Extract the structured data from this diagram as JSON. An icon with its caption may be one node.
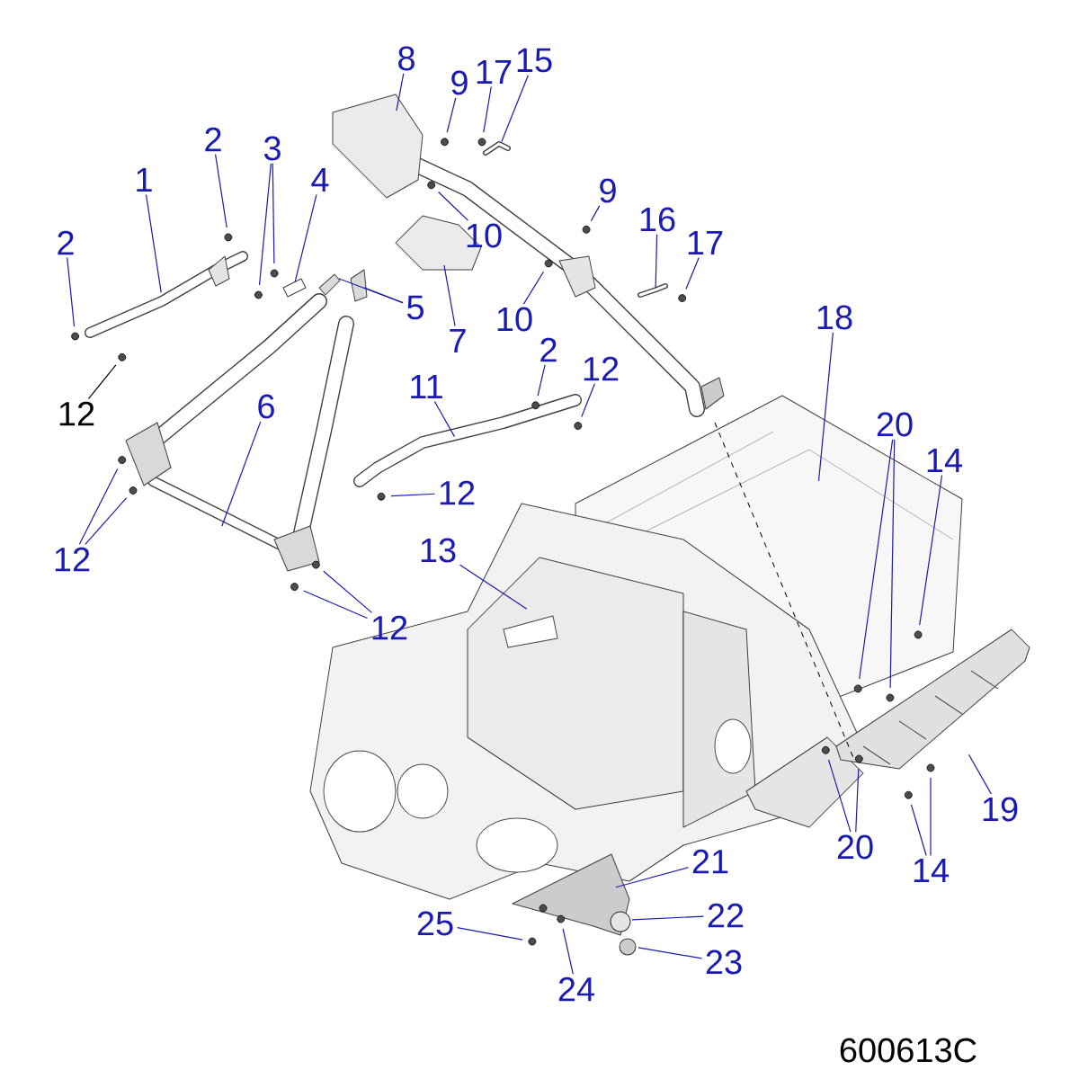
{
  "diagram": {
    "nodes": [
      {
        "text": [
          "1"
        ]
      },
      {
        "text": [
          "2"
        ]
      },
      {
        "text": [
          "2"
        ]
      },
      {
        "text": [
          "3"
        ]
      },
      {
        "text": [
          "4"
        ]
      },
      {
        "text": [
          "5"
        ]
      },
      {
        "text": [
          "6"
        ]
      },
      {
        "text": [
          "7"
        ]
      },
      {
        "text": [
          "8"
        ]
      },
      {
        "text": [
          "9"
        ]
      },
      {
        "text": [
          "10"
        ]
      },
      {
        "text": [
          "17"
        ]
      },
      {
        "text": [
          "15"
        ]
      },
      {
        "text": [
          "9"
        ]
      },
      {
        "text": [
          "16"
        ]
      },
      {
        "text": [
          "17"
        ]
      },
      {
        "text": [
          "10"
        ]
      },
      {
        "text": [
          "18"
        ]
      },
      {
        "text": [
          "2"
        ]
      },
      {
        "text": [
          "12"
        ]
      },
      {
        "text": [
          "11"
        ]
      },
      {
        "text": [
          "12"
        ]
      },
      {
        "text": [
          "12"
        ]
      },
      {
        "text": [
          "12"
        ]
      },
      {
        "text": [
          "12"
        ]
      },
      {
        "text": [
          "13"
        ]
      },
      {
        "text": [
          "20"
        ]
      },
      {
        "text": [
          "14"
        ]
      },
      {
        "text": [
          "19"
        ]
      },
      {
        "text": [
          "20"
        ]
      },
      {
        "text": [
          "14"
        ]
      },
      {
        "text": [
          "21"
        ]
      },
      {
        "text": [
          "22"
        ]
      },
      {
        "text": [
          "23"
        ]
      },
      {
        "text": [
          "25"
        ]
      },
      {
        "text": [
          "24"
        ]
      }
    ],
    "edges": [
      {
        "from": 0,
        "to": null,
        "arrow": "none"
      },
      {
        "from": 1,
        "to": null,
        "arrow": "none"
      },
      {
        "from": 2,
        "to": null,
        "arrow": "none"
      },
      {
        "from": 3,
        "to": null,
        "arrow": "none"
      },
      {
        "from": 3,
        "to": null,
        "arrow": "none"
      },
      {
        "from": 4,
        "to": null,
        "arrow": "none"
      },
      {
        "from": 5,
        "to": null,
        "arrow": "none"
      },
      {
        "from": 5,
        "to": null,
        "arrow": "none"
      },
      {
        "from": 6,
        "to": null,
        "arrow": "none"
      },
      {
        "from": 7,
        "to": null,
        "arrow": "none"
      },
      {
        "from": 8,
        "to": null,
        "arrow": "none"
      },
      {
        "from": 9,
        "to": null,
        "arrow": "none"
      },
      {
        "from": 10,
        "to": null,
        "arrow": "none"
      },
      {
        "from": 11,
        "to": null,
        "arrow": "none"
      },
      {
        "from": 12,
        "to": null,
        "arrow": "none"
      },
      {
        "from": 13,
        "to": null,
        "arrow": "none"
      },
      {
        "from": 14,
        "to": null,
        "arrow": "none"
      },
      {
        "from": 15,
        "to": null,
        "arrow": "none"
      },
      {
        "from": 16,
        "to": null,
        "arrow": "none"
      },
      {
        "from": 17,
        "to": null,
        "arrow": "none"
      },
      {
        "from": 18,
        "to": null,
        "arrow": "none"
      },
      {
        "from": 19,
        "to": null,
        "arrow": "none"
      },
      {
        "from": 20,
        "to": null,
        "arrow": "none"
      },
      {
        "from": 21,
        "to": null,
        "arrow": "none",
        "color": "#000000"
      },
      {
        "from": 22,
        "to": null,
        "arrow": "none"
      },
      {
        "from": 23,
        "to": null,
        "arrow": "none"
      },
      {
        "from": 23,
        "to": null,
        "arrow": "none"
      },
      {
        "from": 24,
        "to": null,
        "arrow": "none"
      },
      {
        "from": 24,
        "to": null,
        "arrow": "none"
      },
      {
        "from": 25,
        "to": null,
        "arrow": "none"
      },
      {
        "from": 26,
        "to": null,
        "arrow": "none"
      },
      {
        "from": 26,
        "to": null,
        "arrow": "none"
      },
      {
        "from": 27,
        "to": null,
        "arrow": "none"
      },
      {
        "from": 28,
        "to": null,
        "arrow": "none"
      },
      {
        "from": 29,
        "to": null,
        "arrow": "none"
      },
      {
        "from": 29,
        "to": null,
        "arrow": "none"
      },
      {
        "from": 30,
        "to": null,
        "arrow": "none"
      },
      {
        "from": 30,
        "to": null,
        "arrow": "none"
      },
      {
        "from": 31,
        "to": null,
        "arrow": "none"
      },
      {
        "from": 32,
        "to": null,
        "arrow": "none"
      },
      {
        "from": 33,
        "to": null,
        "arrow": "none"
      },
      {
        "from": 34,
        "to": null,
        "arrow": "none"
      },
      {
        "from": 35,
        "to": null,
        "arrow": "none"
      }
    ],
    "labels": [
      "600613C"
    ]
  }
}
